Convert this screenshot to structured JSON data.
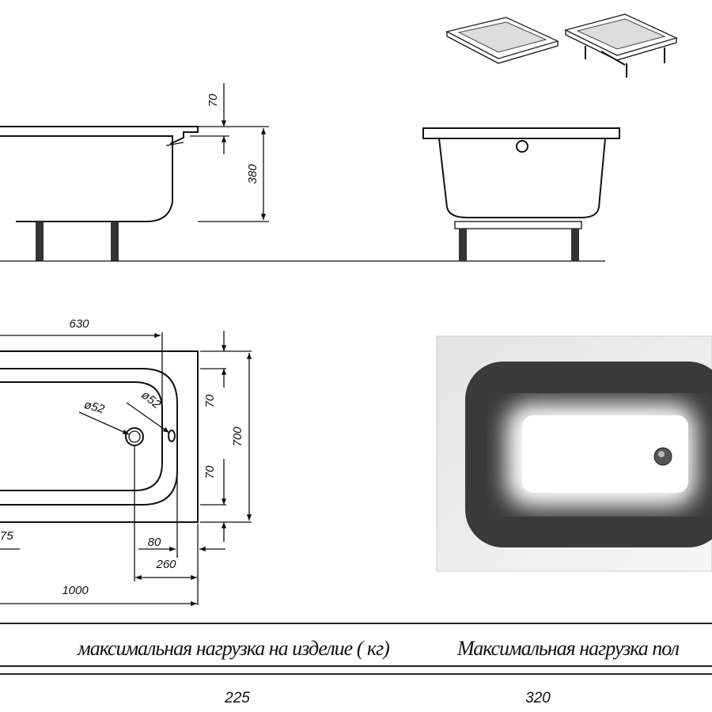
{
  "side_view": {
    "dim_rim": "70",
    "dim_height": "380"
  },
  "plan_view": {
    "dim_630": "630",
    "dim_700": "700",
    "dim_70_top": "70",
    "dim_70_bottom": "70",
    "drain_diameter": "ø52",
    "overflow_diameter": "ø52",
    "dim_75": "75",
    "dim_80": "80",
    "dim_260": "260",
    "dim_1000": "1000"
  },
  "table": {
    "headers": [
      "максимальная нагрузка на изделие ( кг)",
      "Максимальная нагрузка пол"
    ],
    "values": [
      "225",
      "320"
    ]
  }
}
